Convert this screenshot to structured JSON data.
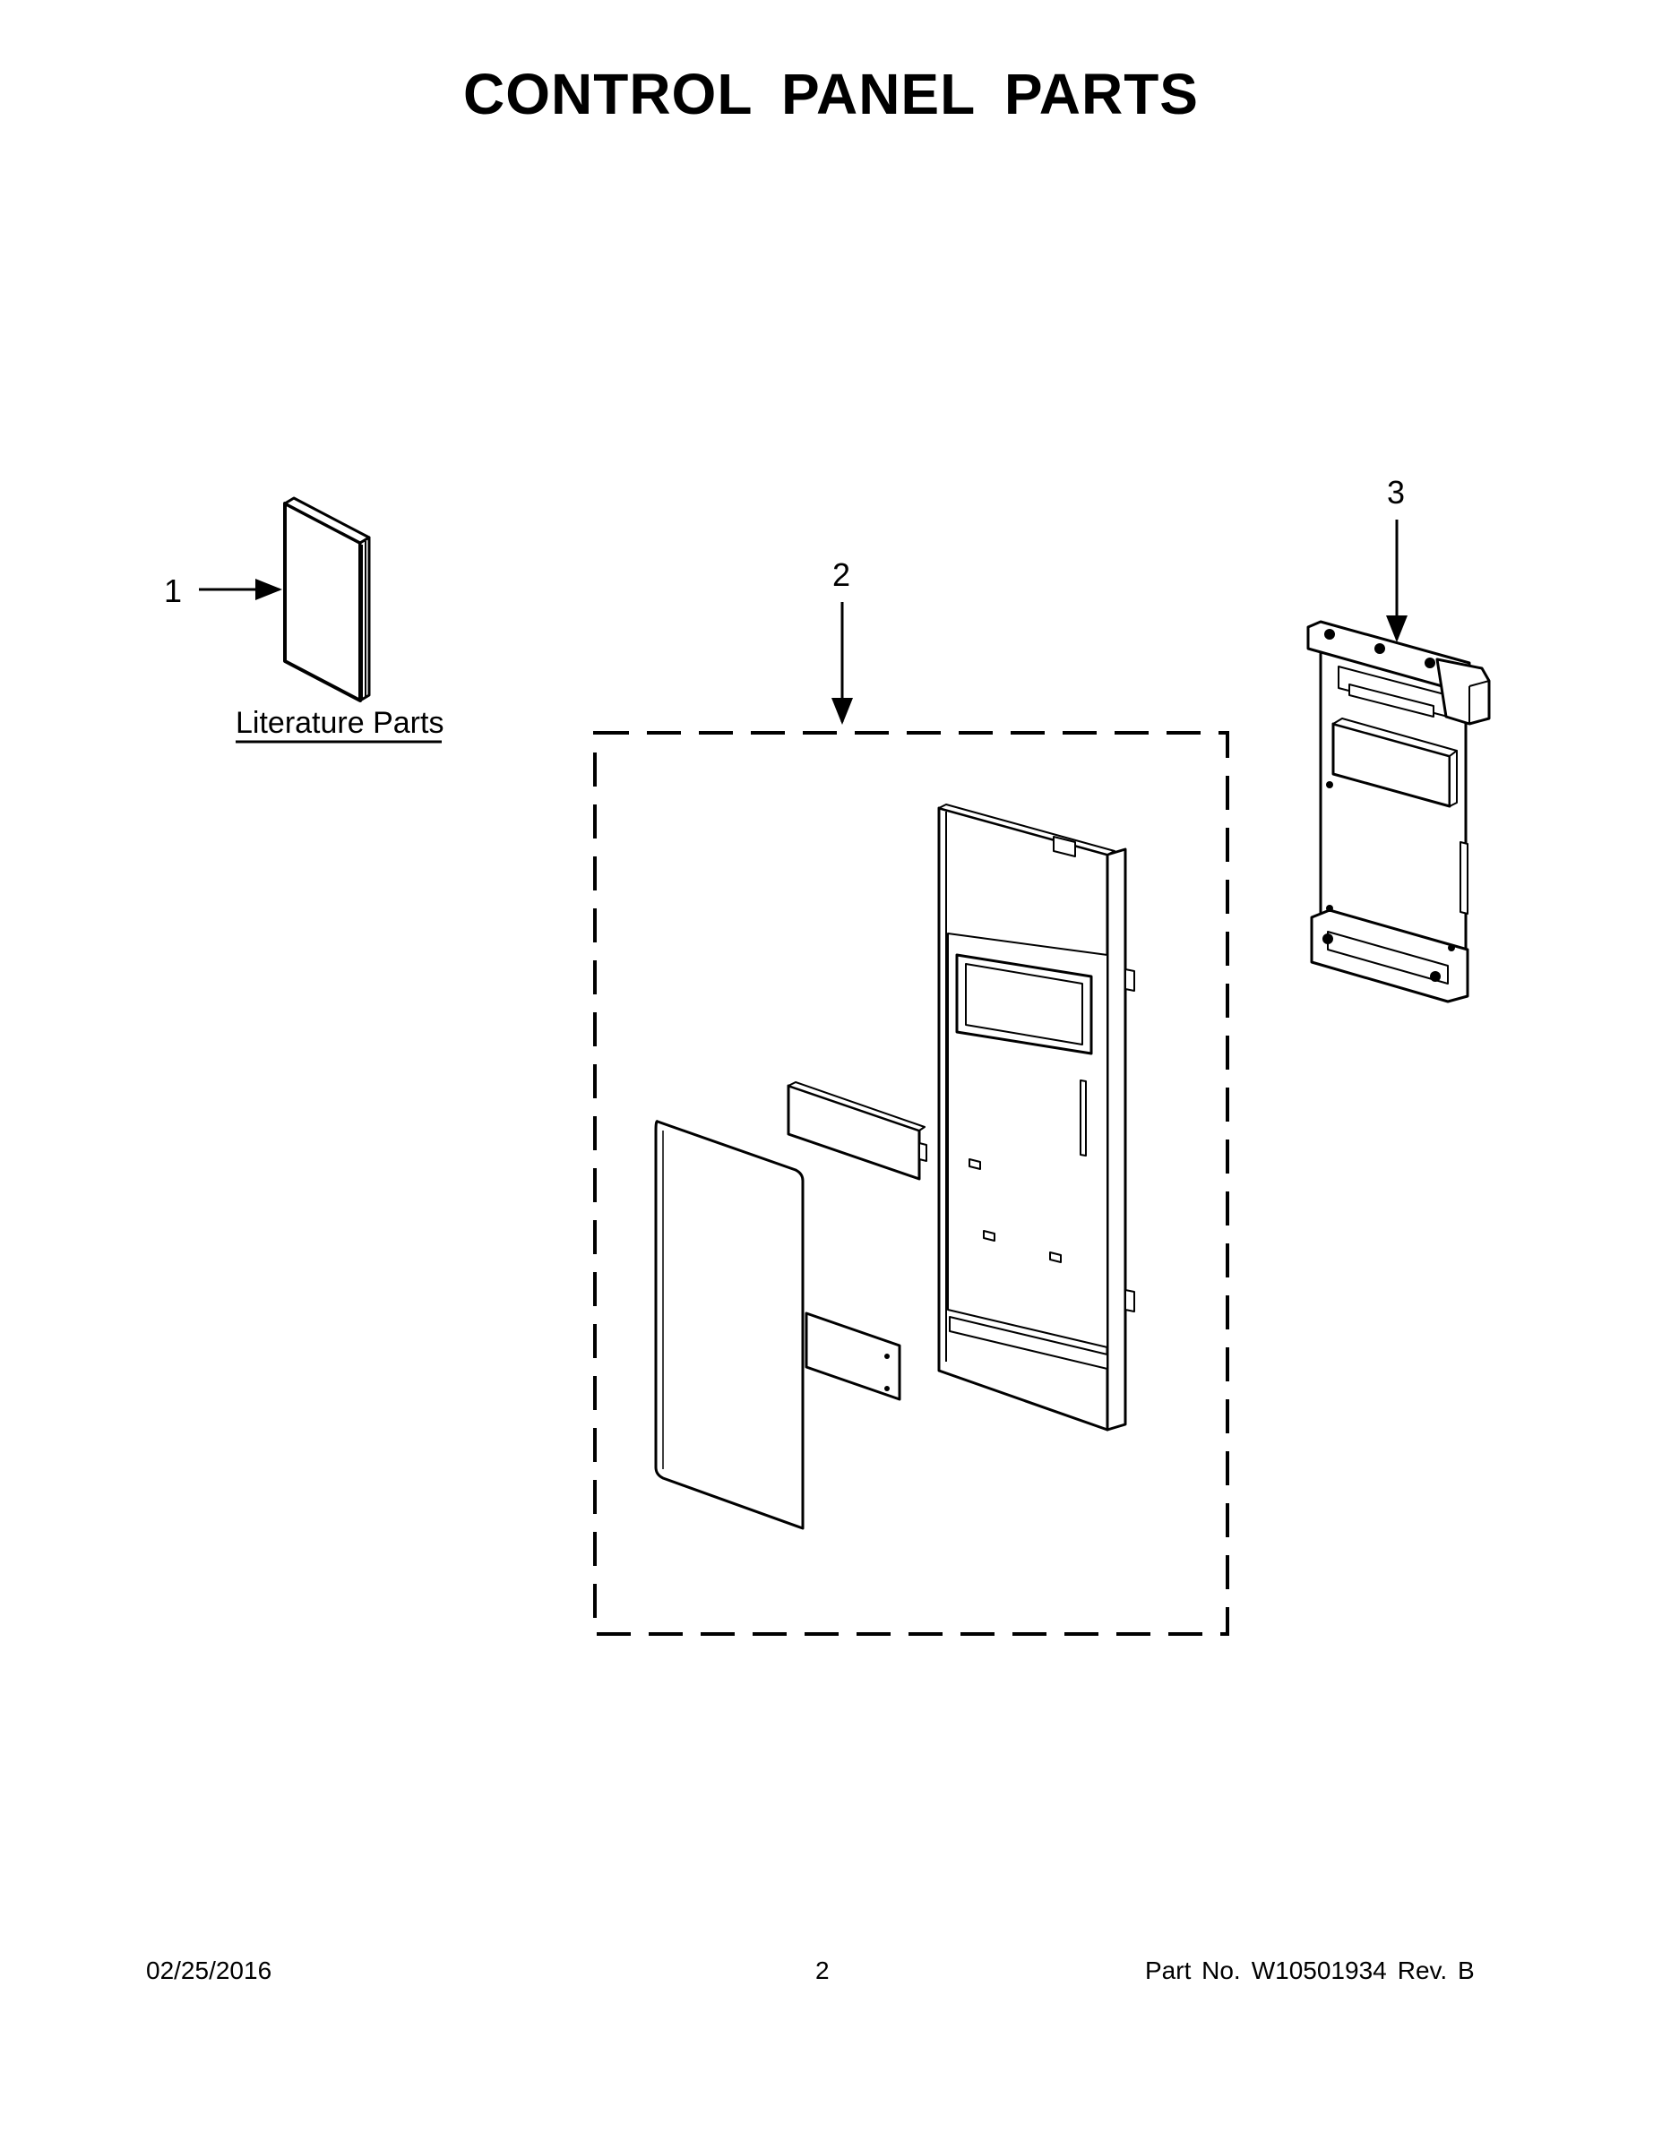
{
  "title": "CONTROL PANEL PARTS",
  "callouts": {
    "c1": "1",
    "c2": "2",
    "c3": "3"
  },
  "literature_label": "Literature Parts",
  "footer": {
    "date": "02/25/2016",
    "page": "2",
    "part_label": "Part No.",
    "part_number": "W10501934",
    "revision": "Rev.  B"
  }
}
